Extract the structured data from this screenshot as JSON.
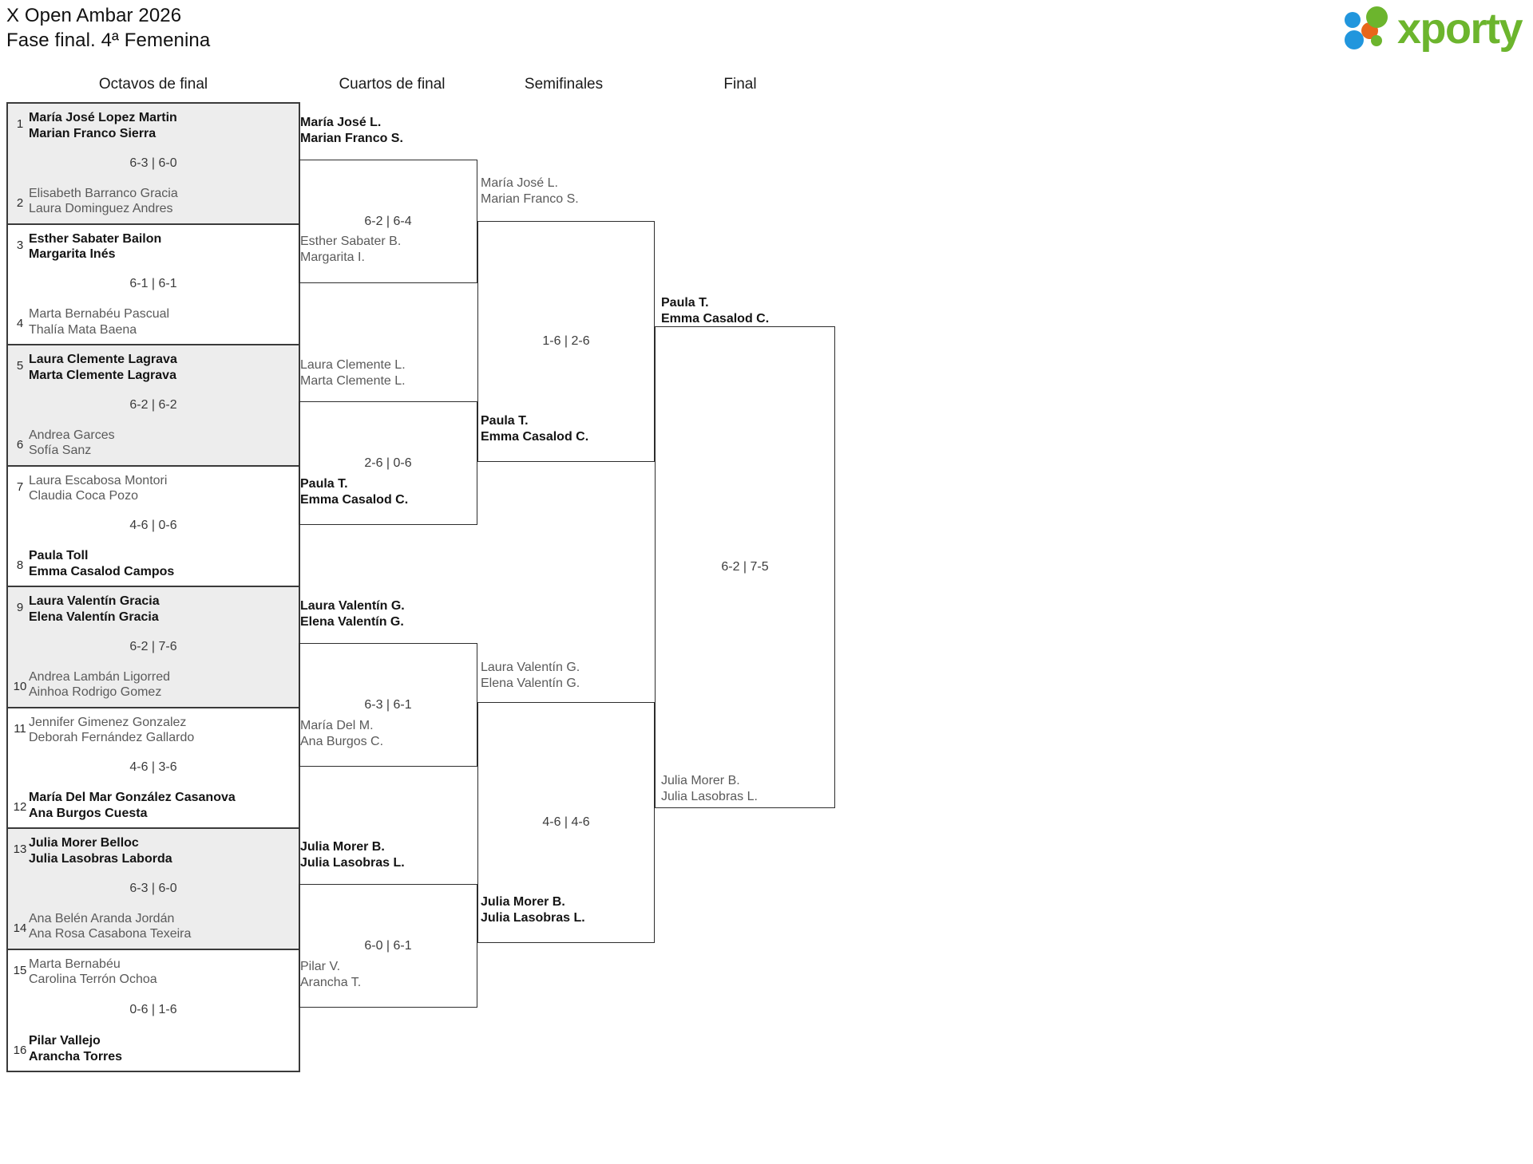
{
  "header": {
    "title_line1": "X Open Ambar 2026",
    "title_line2": "Fase final. 4ª Femenina",
    "logo_word": "xporty"
  },
  "rounds": [
    {
      "id": "r16",
      "label": "Octavos de final"
    },
    {
      "id": "qf",
      "label": "Cuartos de final"
    },
    {
      "id": "sf",
      "label": "Semifinales"
    },
    {
      "id": "f",
      "label": "Final"
    }
  ],
  "round1": [
    {
      "seed_top": "1",
      "seed_bot": "2",
      "top": {
        "p1": "María José Lopez Martin",
        "p2": "Marian Franco Sierra",
        "result": "win"
      },
      "bot": {
        "p1": "Elisabeth Barranco Gracia",
        "p2": "Laura Dominguez Andres",
        "result": "lose"
      },
      "score": "6-3 | 6-0"
    },
    {
      "seed_top": "3",
      "seed_bot": "4",
      "top": {
        "p1": "Esther Sabater Bailon",
        "p2": "Margarita Inés",
        "result": "win"
      },
      "bot": {
        "p1": "Marta Bernabéu Pascual",
        "p2": "Thalía Mata Baena",
        "result": "lose"
      },
      "score": "6-1 | 6-1"
    },
    {
      "seed_top": "5",
      "seed_bot": "6",
      "top": {
        "p1": "Laura Clemente Lagrava",
        "p2": "Marta Clemente Lagrava",
        "result": "win"
      },
      "bot": {
        "p1": "Andrea Garces",
        "p2": "Sofía Sanz",
        "result": "lose"
      },
      "score": "6-2 | 6-2"
    },
    {
      "seed_top": "7",
      "seed_bot": "8",
      "top": {
        "p1": "Laura Escabosa Montori",
        "p2": "Claudia Coca Pozo",
        "result": "lose"
      },
      "bot": {
        "p1": "Paula Toll",
        "p2": "Emma Casalod Campos",
        "result": "win"
      },
      "score": "4-6 | 0-6"
    },
    {
      "seed_top": "9",
      "seed_bot": "10",
      "top": {
        "p1": "Laura Valentín Gracia",
        "p2": "Elena Valentín Gracia",
        "result": "win"
      },
      "bot": {
        "p1": "Andrea Lambán Ligorred",
        "p2": "Ainhoa Rodrigo Gomez",
        "result": "lose"
      },
      "score": "6-2 | 7-6"
    },
    {
      "seed_top": "11",
      "seed_bot": "12",
      "top": {
        "p1": "Jennifer Gimenez Gonzalez",
        "p2": "Deborah Fernández Gallardo",
        "result": "lose"
      },
      "bot": {
        "p1": "María Del Mar González Casanova",
        "p2": "Ana Burgos Cuesta",
        "result": "win"
      },
      "score": "4-6 | 3-6"
    },
    {
      "seed_top": "13",
      "seed_bot": "14",
      "top": {
        "p1": "Julia Morer Belloc",
        "p2": "Julia Lasobras Laborda",
        "result": "win"
      },
      "bot": {
        "p1": "Ana Belén Aranda Jordán",
        "p2": "Ana Rosa Casabona Texeira",
        "result": "lose"
      },
      "score": "6-3 | 6-0"
    },
    {
      "seed_top": "15",
      "seed_bot": "16",
      "top": {
        "p1": "Marta Bernabéu",
        "p2": "Carolina Terrón Ochoa",
        "result": "lose"
      },
      "bot": {
        "p1": "Pilar Vallejo",
        "p2": "Arancha Torres",
        "result": "win"
      },
      "score": "0-6 | 1-6"
    }
  ],
  "quarterfinals": [
    {
      "top": {
        "p1": "María José L.",
        "p2": "Marian Franco S.",
        "result": "win"
      },
      "bot": {
        "p1": "Esther Sabater B.",
        "p2": "Margarita I.",
        "result": "lose"
      },
      "score": "6-2 | 6-4"
    },
    {
      "top": {
        "p1": "Laura Clemente L.",
        "p2": "Marta Clemente L.",
        "result": "lose"
      },
      "bot": {
        "p1": "Paula T.",
        "p2": "Emma Casalod C.",
        "result": "win"
      },
      "score": "2-6 | 0-6"
    },
    {
      "top": {
        "p1": "Laura Valentín G.",
        "p2": "Elena Valentín G.",
        "result": "win"
      },
      "bot": {
        "p1": "María Del M.",
        "p2": "Ana Burgos C.",
        "result": "lose"
      },
      "score": "6-3 | 6-1"
    },
    {
      "top": {
        "p1": "Julia Morer B.",
        "p2": "Julia Lasobras L.",
        "result": "win"
      },
      "bot": {
        "p1": "Pilar V.",
        "p2": "Arancha T.",
        "result": "lose"
      },
      "score": "6-0 | 6-1"
    }
  ],
  "semifinals": [
    {
      "top": {
        "p1": "María José L.",
        "p2": "Marian Franco S.",
        "result": "lose"
      },
      "bot": {
        "p1": "Paula T.",
        "p2": "Emma Casalod C.",
        "result": "win"
      },
      "score": "1-6 | 2-6"
    },
    {
      "top": {
        "p1": "Laura Valentín G.",
        "p2": "Elena Valentín G.",
        "result": "lose"
      },
      "bot": {
        "p1": "Julia Morer B.",
        "p2": "Julia Lasobras L.",
        "result": "win"
      },
      "score": "4-6 | 4-6"
    }
  ],
  "final": {
    "top": {
      "p1": "Paula T.",
      "p2": "Emma Casalod C.",
      "result": "win"
    },
    "bot": {
      "p1": "Julia Morer B.",
      "p2": "Julia Lasobras L.",
      "result": "lose"
    },
    "score": "6-2 | 7-5"
  }
}
